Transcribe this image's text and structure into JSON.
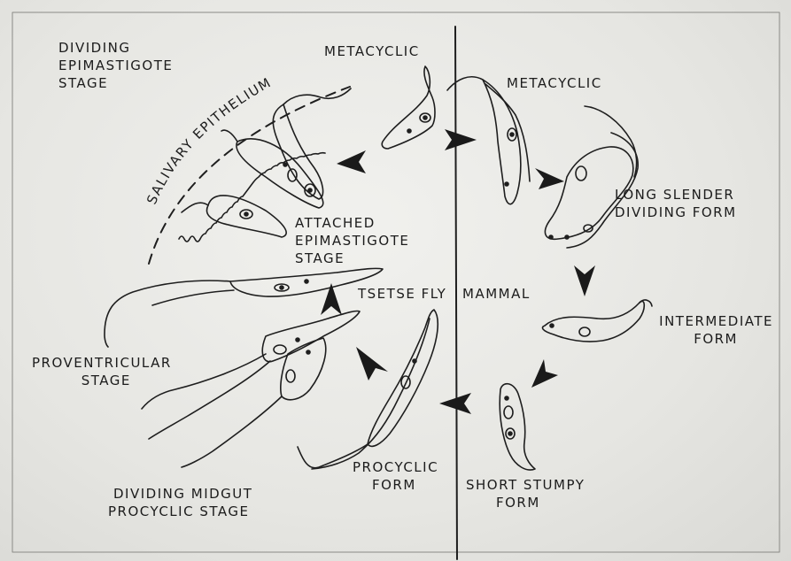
{
  "diagram": {
    "region_labels": {
      "tsetse": "TSETSE FLY",
      "mammal": "MAMMAL"
    },
    "curve_label": "SALIVARY EPITHELIUM",
    "stages": {
      "dividing_epimastigote": [
        "DIVIDING",
        "EPIMASTIGOTE",
        "STAGE"
      ],
      "metacyclic_left": [
        "METACYCLIC"
      ],
      "metacyclic_right": [
        "METACYCLIC"
      ],
      "attached_epimastigote": [
        "ATTACHED",
        "EPIMASTIGOTE",
        "STAGE"
      ],
      "long_slender": [
        "LONG SLENDER",
        "DIVIDING FORM"
      ],
      "intermediate": [
        "INTERMEDIATE",
        "FORM"
      ],
      "short_stumpy": [
        "SHORT STUMPY",
        "FORM"
      ],
      "procyclic": [
        "PROCYCLIC",
        "FORM"
      ],
      "dividing_midgut": [
        "DIVIDING MIDGUT",
        "PROCYCLIC STAGE"
      ],
      "proventricular": [
        "PROVENTRICULAR",
        "STAGE"
      ]
    }
  }
}
